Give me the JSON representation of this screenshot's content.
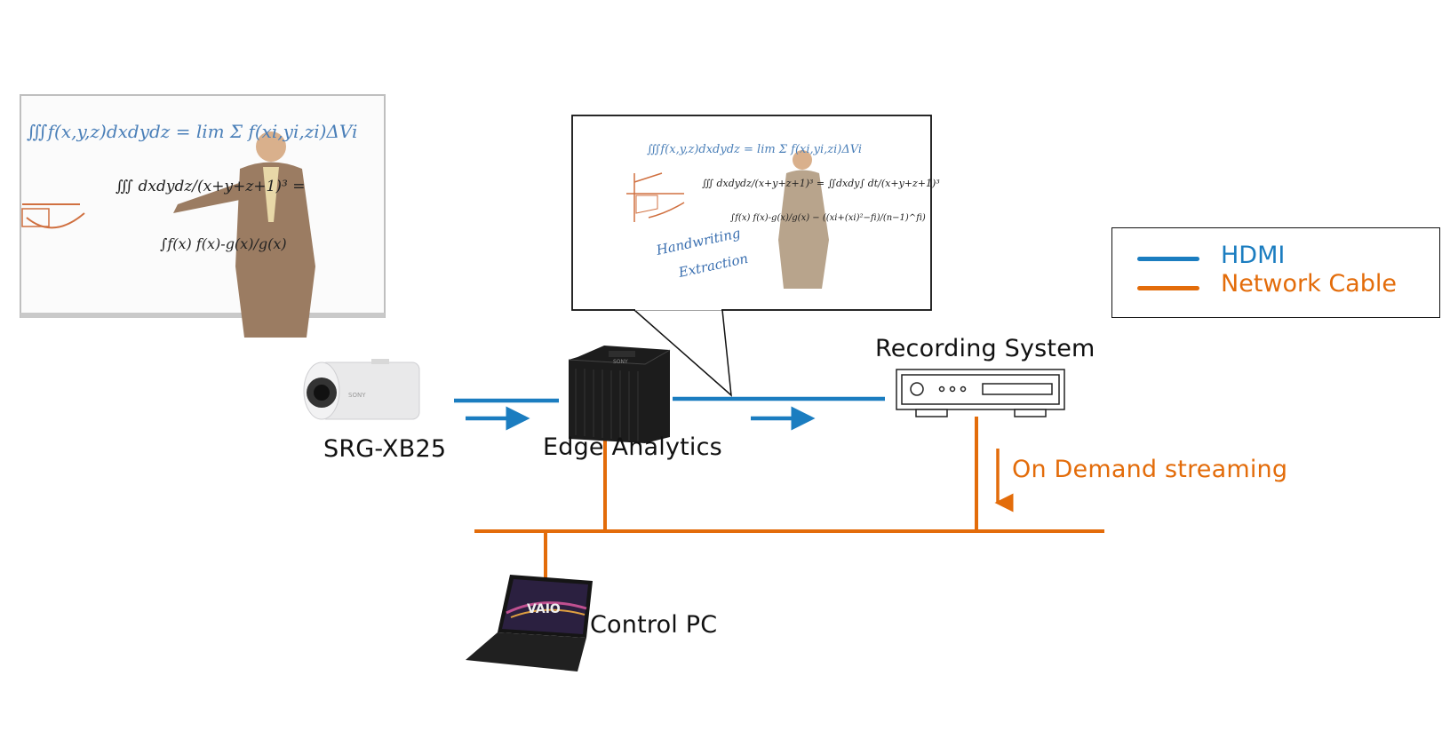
{
  "colors": {
    "hdmi": "#1b7dc0",
    "network": "#e36c0a",
    "text": "#111111"
  },
  "legend": {
    "items": [
      {
        "label": "HDMI",
        "color": "#1b7dc0"
      },
      {
        "label": "Network Cable",
        "color": "#e36c0a"
      }
    ]
  },
  "devices": {
    "camera": {
      "label": "SRG-XB25",
      "brand": "SONY"
    },
    "edge": {
      "label": "Edge Analytics",
      "brand": "SONY"
    },
    "recorder": {
      "label": "Recording System"
    },
    "pc": {
      "label": "Control PC",
      "brand": "VAIO"
    }
  },
  "streaming": {
    "label": "On Demand streaming"
  },
  "whiteboard": {
    "formula1": "∭f(x,y,z)dxdydz = lim Σ f(xi,yi,zi)ΔVi",
    "formula2": "∭ dxdydz/(x+y+z+1)³ =",
    "formula3": "∫f(x) f(x)-g(x)/g(x)"
  },
  "callout": {
    "formula1": "∭f(x,y,z)dxdydz = lim Σ f(xi,yi,zi)ΔVi",
    "formula2": "∭ dxdydz/(x+y+z+1)³ = ∬dxdy∫ dt/(x+y+z+1)³",
    "formula3": "∫f(x) f(x)-g(x)/g(x) − ((xi+(xi)²−fi)/(n−1)^fi)",
    "handwriting": "Handwriting",
    "extraction": "Extraction"
  }
}
